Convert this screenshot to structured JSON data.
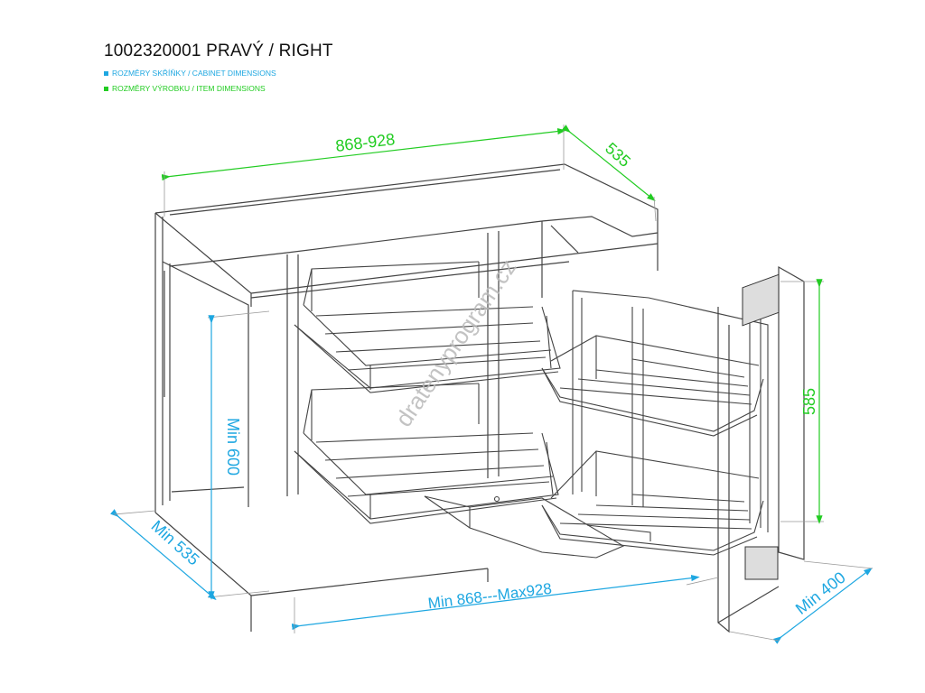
{
  "title": "1002320001 PRAVÝ / RIGHT",
  "legend": [
    {
      "label": "ROZMĚRY SKŘÍŇKY / CABINET DIMENSIONS",
      "color": "#1ea7e1"
    },
    {
      "label": "ROZMĚRY VÝROBKU / ITEM DIMENSIONS",
      "color": "#22cc22"
    }
  ],
  "dimensions": {
    "top_width": "868-928",
    "top_depth": "535",
    "front_height": "585",
    "cabinet_height": "Min 600",
    "cabinet_depth": "Min 535",
    "bottom_width": "Min 868---Max928",
    "front_depth": "Min 400"
  },
  "watermark": "dratenyprogram.cz",
  "colors": {
    "cabinet": "#1ea7e1",
    "item": "#22cc22",
    "line": "#333333",
    "watermark": "#b8b8b8"
  }
}
